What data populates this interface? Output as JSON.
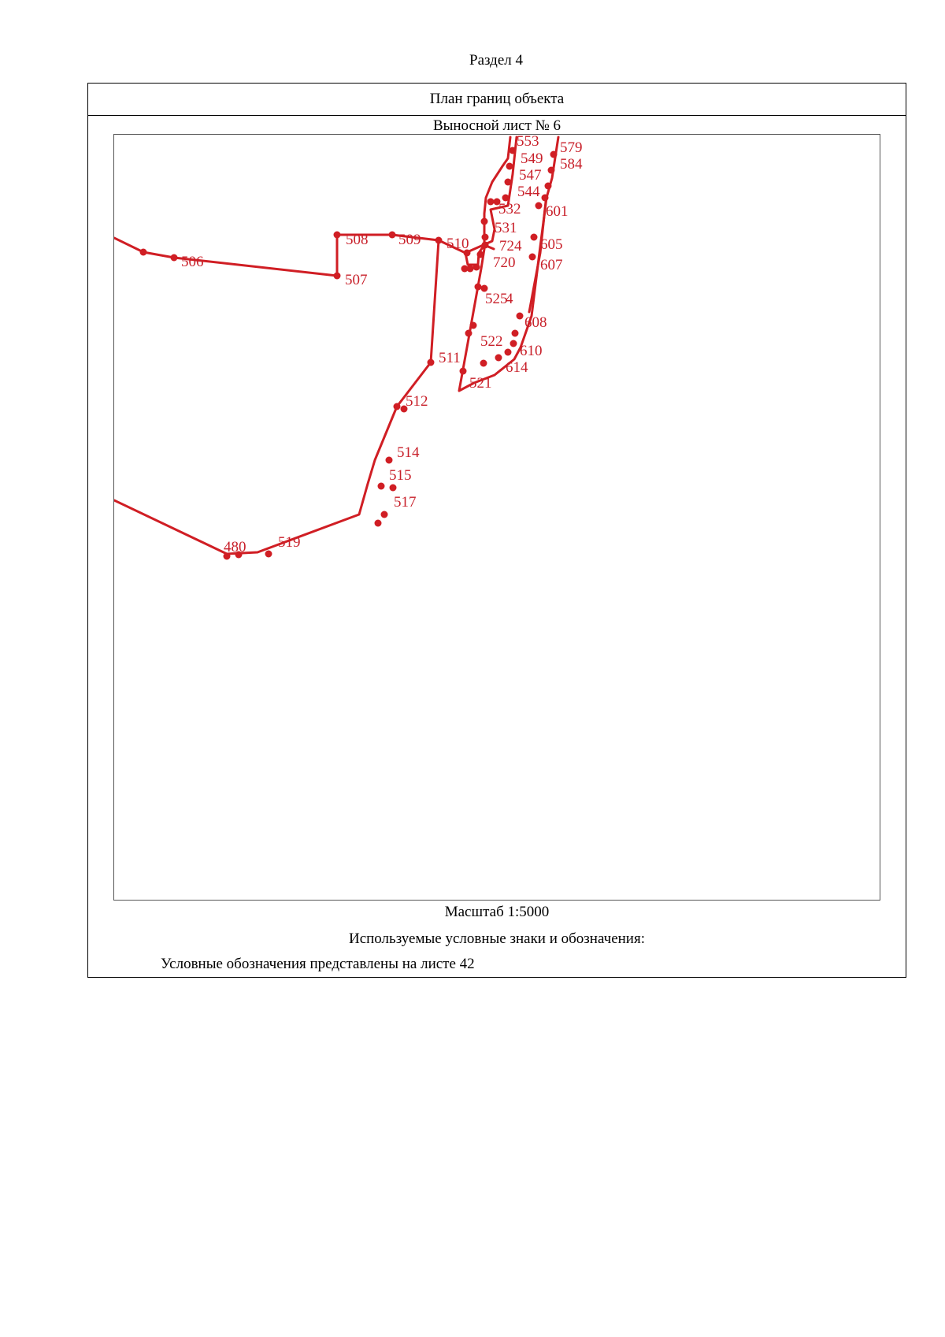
{
  "section": "Раздел 4",
  "header": "План границ объекта",
  "sheet_title": "Выносной лист № 6",
  "scale": "Масштаб 1:5000",
  "legend_title": "Используемые условные знаки и обозначения:",
  "legend_note": "Условные обозначения представлены на листе 42",
  "colors": {
    "boundary": "#d01e24",
    "label": "#c8202a"
  },
  "point_labels": [
    "553",
    "579",
    "549",
    "584",
    "547",
    "544",
    "532",
    "601",
    "531",
    "724",
    "605",
    "510",
    "508",
    "509",
    "506",
    "720",
    "607",
    "507",
    "525",
    "4",
    "608",
    "522",
    "610",
    "511",
    "614",
    "521",
    "512",
    "514",
    "515",
    "517",
    "519",
    "480"
  ]
}
